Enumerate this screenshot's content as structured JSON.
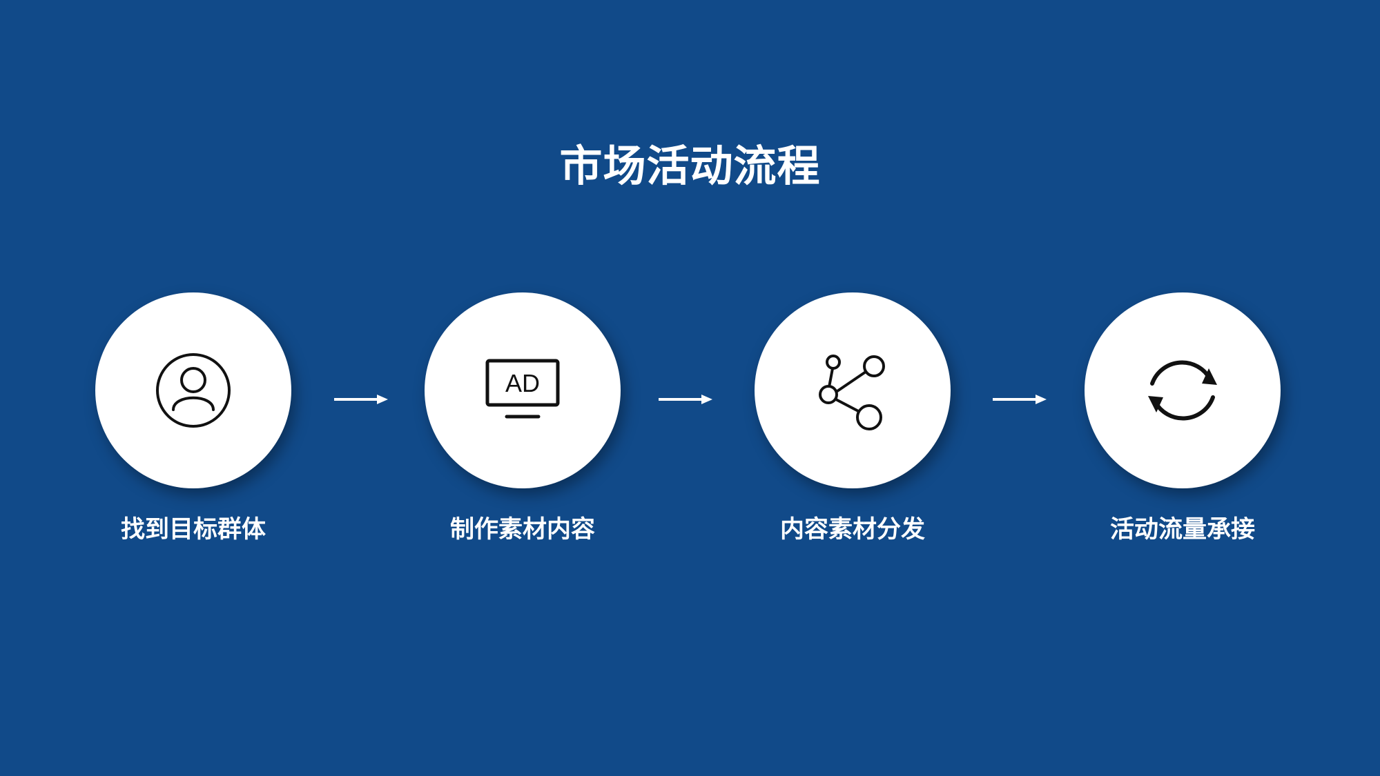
{
  "title": "市场活动流程",
  "steps": [
    {
      "label": "找到目标群体",
      "icon": "user-icon"
    },
    {
      "label": "制作素材内容",
      "icon": "ad-monitor-icon",
      "icon_text": "AD"
    },
    {
      "label": "内容素材分发",
      "icon": "share-icon"
    },
    {
      "label": "活动流量承接",
      "icon": "refresh-icon"
    }
  ],
  "colors": {
    "background": "#114a89",
    "circle": "#ffffff",
    "text": "#ffffff",
    "icon_stroke": "#111111"
  }
}
